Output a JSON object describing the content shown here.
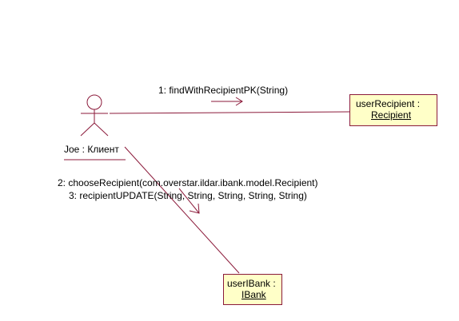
{
  "actor": {
    "instance": "Joe",
    "type": "Клиент",
    "label": "Joe : Клиент"
  },
  "objects": {
    "recipient": {
      "line1": "userRecipient :",
      "line2": "Recipient"
    },
    "ibank": {
      "line1": "userIBank :",
      "line2": "IBank"
    }
  },
  "messages": [
    {
      "label": "1: findWithRecipientPK(String)"
    },
    {
      "label": "2: chooseRecipient(com.overstar.ildar.ibank.model.Recipient)"
    },
    {
      "label": "3: recipientUPDATE(String, String, String, String, String)"
    }
  ],
  "colors": {
    "line": "#8b1a3a",
    "object_fill": "#ffffc8",
    "text": "#000000"
  }
}
